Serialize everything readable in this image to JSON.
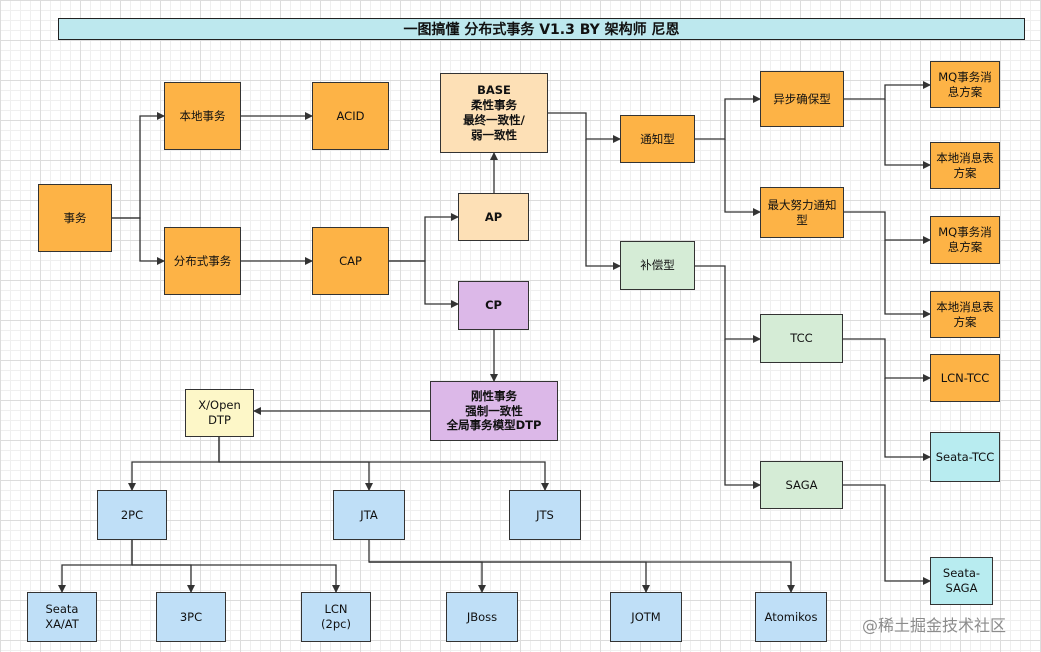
{
  "title": "一图搞懂 分布式事务 V1.3 BY 架构师 尼恩",
  "watermark": "@稀土掘金技术社区",
  "nodes": {
    "transaction": "事务",
    "local_tx": "本地事务",
    "acid": "ACID",
    "distributed_tx": "分布式事务",
    "cap": "CAP",
    "ap": "AP",
    "cp": "CP",
    "base": "BASE\n柔性事务\n最终一致性/\n弱一致性",
    "rigid": "刚性事务\n强制一致性\n全局事务模型DTP",
    "xopen": "X/Open\nDTP",
    "pc2": "2PC",
    "jta": "JTA",
    "jts": "JTS",
    "seata_xa": "Seata\nXA/AT",
    "pc3": "3PC",
    "lcn2pc": "LCN\n(2pc)",
    "jboss": "JBoss",
    "jotm": "JOTM",
    "atomikos": "Atomikos",
    "notify": "通知型",
    "compensate": "补偿型",
    "async_ensure": "异步确保型",
    "best_effort": "最大努力通知\n型",
    "mq1": "MQ事务消\n息方案",
    "local_msg1": "本地消息表\n方案",
    "mq2": "MQ事务消\n息方案",
    "local_msg2": "本地消息表\n方案",
    "tcc": "TCC",
    "lcn_tcc": "LCN-TCC",
    "seata_tcc": "Seata-TCC",
    "saga": "SAGA",
    "seata_saga": "Seata-\nSAGA"
  }
}
